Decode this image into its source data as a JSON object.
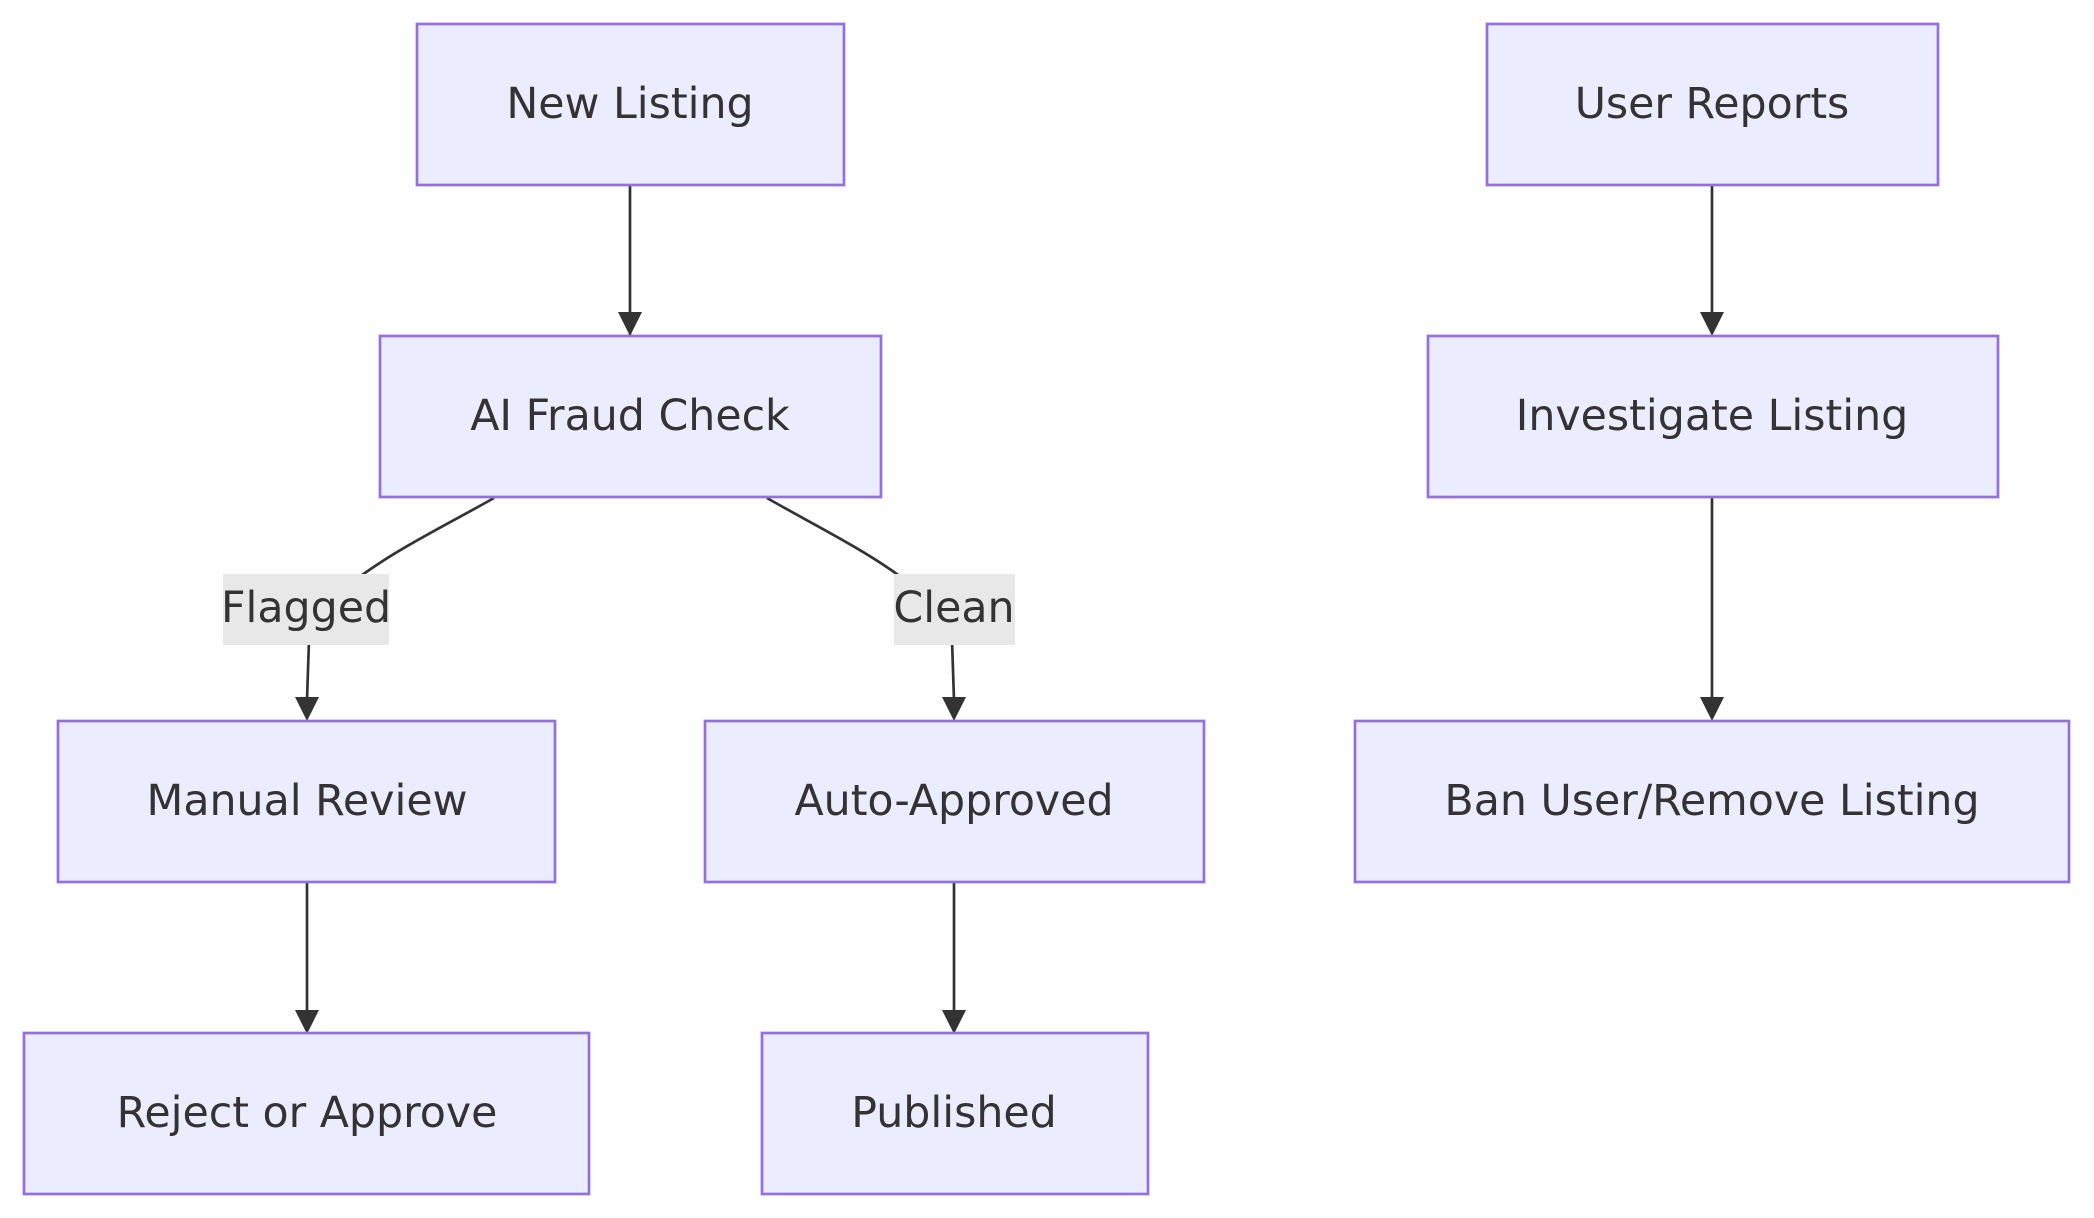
{
  "diagram": {
    "type": "flowchart",
    "colors": {
      "node_fill": "#ECECFF",
      "node_stroke": "#9370DB",
      "edge": "#333333",
      "label_background": "#e8e8e8",
      "text": "#333333"
    },
    "nodes": {
      "new_listing": "New Listing",
      "ai_fraud_check": "AI Fraud Check",
      "manual_review": "Manual Review",
      "auto_approved": "Auto-Approved",
      "reject_or_approve": "Reject or Approve",
      "published": "Published",
      "user_reports": "User Reports",
      "investigate_listing": "Investigate Listing",
      "ban_user_remove_listing": "Ban User/Remove Listing"
    },
    "edge_labels": {
      "flagged": "Flagged",
      "clean": "Clean"
    },
    "edges": [
      {
        "from": "New Listing",
        "to": "AI Fraud Check"
      },
      {
        "from": "AI Fraud Check",
        "to": "Manual Review",
        "label": "Flagged"
      },
      {
        "from": "AI Fraud Check",
        "to": "Auto-Approved",
        "label": "Clean"
      },
      {
        "from": "Manual Review",
        "to": "Reject or Approve"
      },
      {
        "from": "Auto-Approved",
        "to": "Published"
      },
      {
        "from": "User Reports",
        "to": "Investigate Listing"
      },
      {
        "from": "Investigate Listing",
        "to": "Ban User/Remove Listing"
      }
    ]
  }
}
